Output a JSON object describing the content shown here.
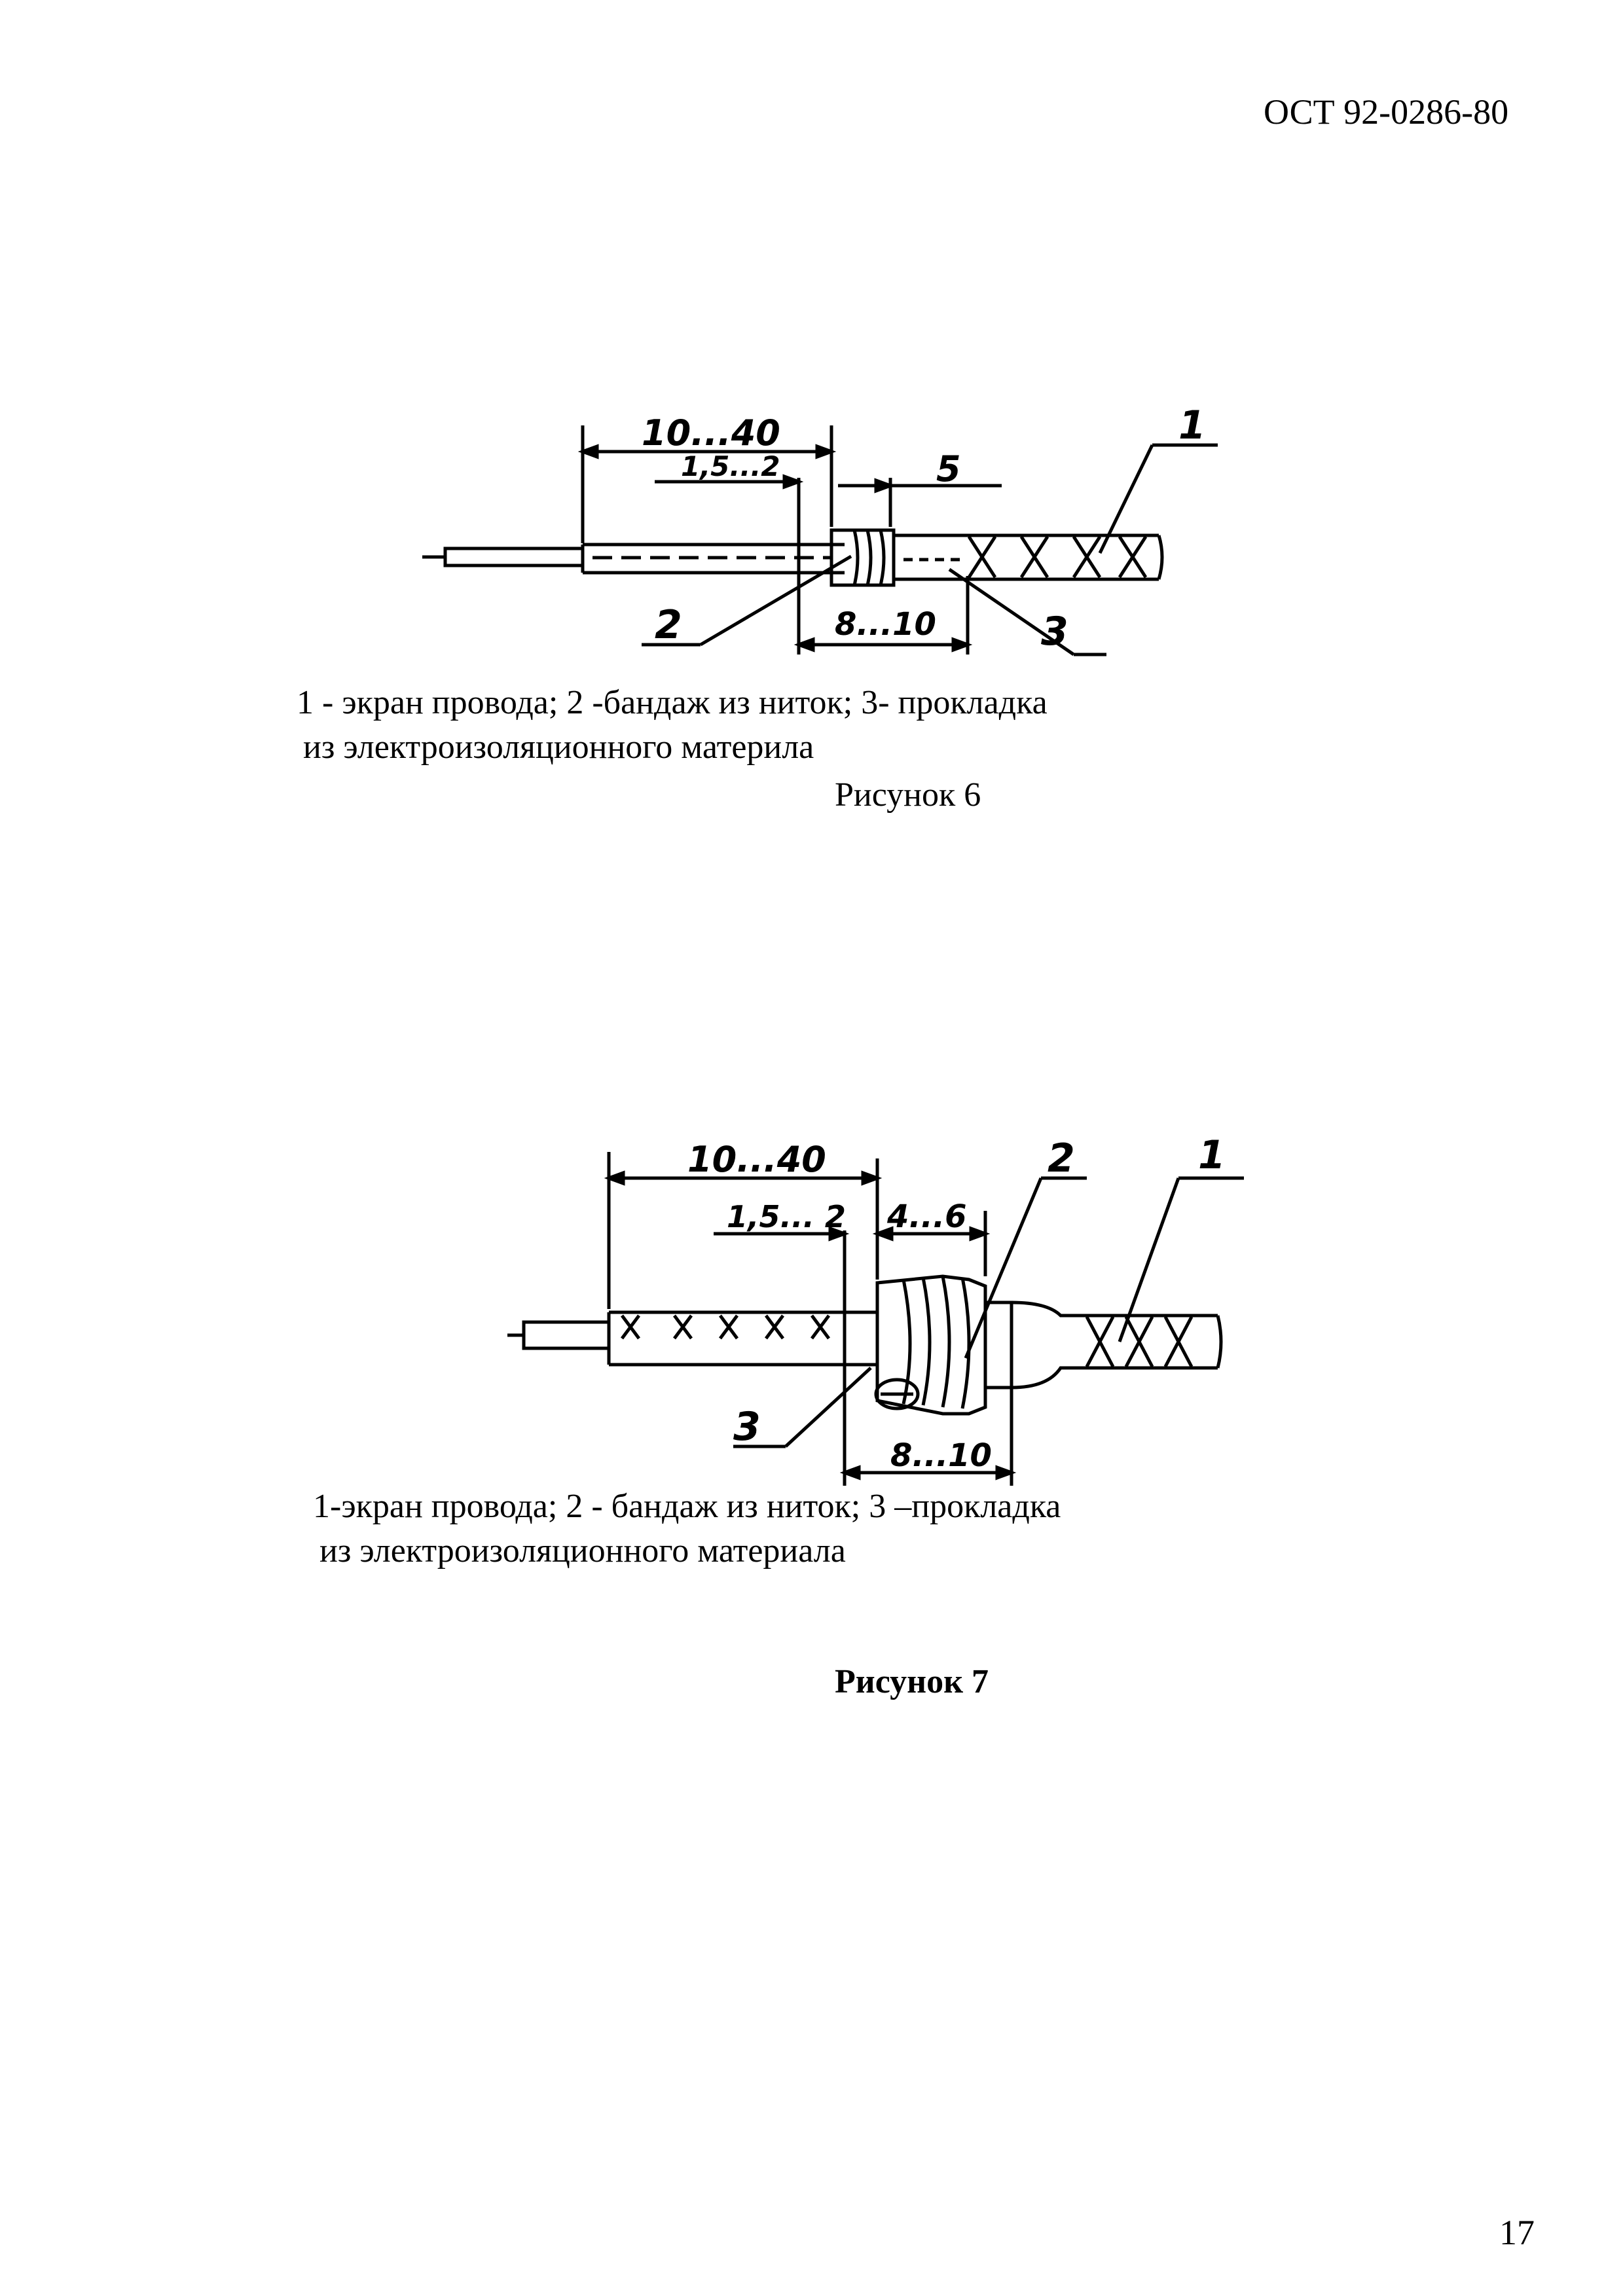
{
  "document": {
    "code": "ОСТ 92-0286-80",
    "page_number": "17"
  },
  "figure6": {
    "dims": {
      "overall": "10...40",
      "strip": "1,5...2",
      "gap": "5",
      "band": "8...10"
    },
    "callouts": {
      "c1": "1",
      "c2": "2",
      "c3": "3"
    },
    "caption_line1": "1 - экран провода; 2 -бандаж из ниток; 3- прокладка",
    "caption_line2": "из электроизоляционного материла",
    "title": "Рисунок 6"
  },
  "figure7": {
    "dims": {
      "overall": "10...40",
      "strip": "1,5... 2",
      "gap": "4...6",
      "band": "8...10"
    },
    "callouts": {
      "c1": "1",
      "c2": "2",
      "c3": "3"
    },
    "caption_line1": "1-экран провода; 2 - бандаж из ниток; 3 –прокладка",
    "caption_line2": "из электроизоляционного материала",
    "title": "Рисунок 7"
  }
}
